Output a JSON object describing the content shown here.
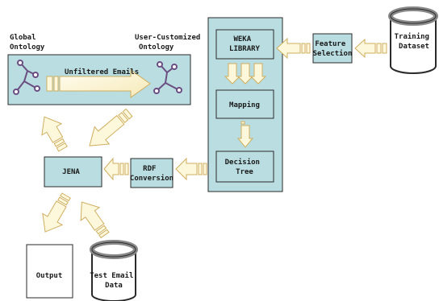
{
  "labels": {
    "global_ontology": [
      "Global",
      "Ontology"
    ],
    "user_customized_ontology": [
      "User-Customized",
      "Ontology"
    ],
    "unfiltered_emails": "Unfiltered Emails",
    "weka_library": [
      "WEKA",
      "LIBRARY"
    ],
    "mapping": "Mapping",
    "decision_tree": [
      "Decision",
      "Tree"
    ],
    "feature_selection": [
      "Feature",
      "Selection"
    ],
    "training_dataset": [
      "Training",
      "Dataset"
    ],
    "rdf_conversion": [
      "RDF",
      "Conversion"
    ],
    "jena": "JENA",
    "output": "Output",
    "test_email_data": [
      "Test Email",
      "Data"
    ]
  },
  "colors": {
    "box_fill": "#b9dde0",
    "box_stroke": "#2a2a2a",
    "arrow_fill": "#fdf8dc",
    "arrow_stroke": "#cfae5e",
    "ontology_icon": "#6a4e82"
  }
}
